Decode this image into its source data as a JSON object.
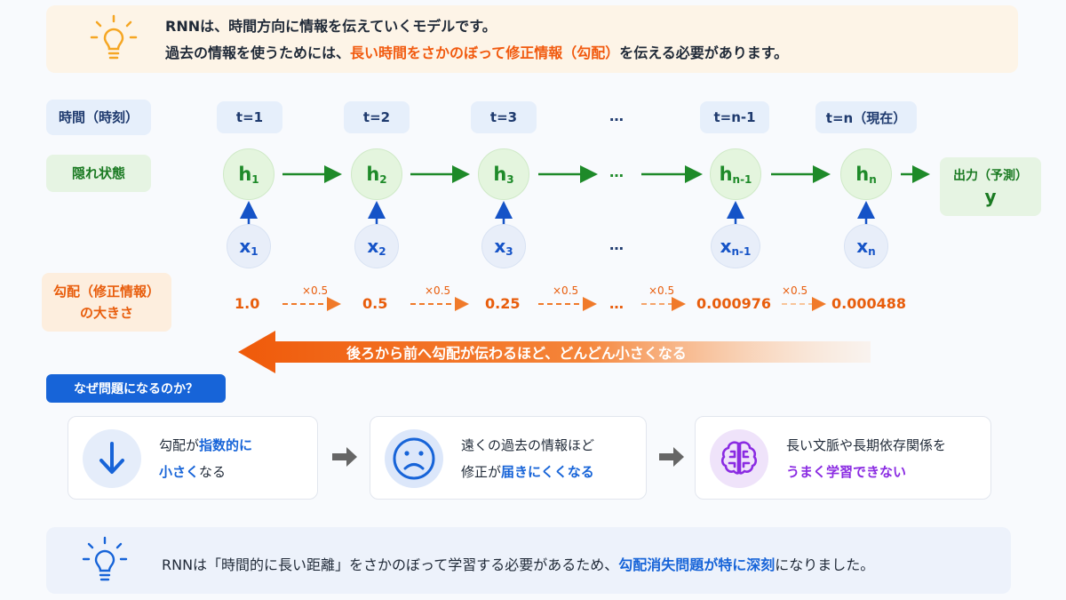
{
  "banner": {
    "line1": "RNNは、時間方向に情報を伝えていくモデルです。",
    "line2_pre": "過去の情報を使うためには、",
    "line2_em": "長い時間をさかのぼって修正情報（勾配）",
    "line2_post": "を伝える必要があります。",
    "icon": "lightbulb-icon"
  },
  "labels": {
    "time": "時間（時刻）",
    "hidden": "隠れ状態",
    "grad_line1": "勾配（修正情報）",
    "grad_line2": "の大きさ"
  },
  "time_steps": [
    "t=1",
    "t=2",
    "t=3",
    "t=n-1",
    "t=n（現在）"
  ],
  "ellipsis": "…",
  "hidden_states": [
    {
      "base": "h",
      "sub": "1"
    },
    {
      "base": "h",
      "sub": "2"
    },
    {
      "base": "h",
      "sub": "3"
    },
    {
      "base": "h",
      "sub": "n-1"
    },
    {
      "base": "h",
      "sub": "n"
    }
  ],
  "inputs": [
    {
      "base": "x",
      "sub": "1"
    },
    {
      "base": "x",
      "sub": "2"
    },
    {
      "base": "x",
      "sub": "3"
    },
    {
      "base": "x",
      "sub": "n-1"
    },
    {
      "base": "x",
      "sub": "n"
    }
  ],
  "output": {
    "label": "出力（予測）",
    "symbol": "y"
  },
  "gradients": [
    "1.0",
    "0.5",
    "0.25",
    "0.000976",
    "0.000488"
  ],
  "multiplier": "×0.5",
  "back_arrow_text": "後ろから前へ勾配が伝わるほど、どんどん小さくなる",
  "why_badge": "なぜ問題になるのか？",
  "cards": [
    {
      "l1_pre": "勾配が",
      "l1_em": "指数的に",
      "l2_em": "小さく",
      "l2_post": "なる",
      "icon": "arrow-down-icon"
    },
    {
      "l1": "遠くの過去の情報ほど",
      "l2_pre": "修正が",
      "l2_em": "届きにくくなる",
      "icon": "sad-face-icon"
    },
    {
      "l1": "長い文脈や長期依存関係を",
      "l2_em": "うまく学習できない",
      "icon": "brain-icon"
    }
  ],
  "bottom": {
    "pre": "RNNは「時間的に長い距離」をさかのぼって学習する必要があるため、",
    "em": "勾配消失問題が特に深刻",
    "post": "になりました。",
    "icon": "lightbulb-icon"
  },
  "colors": {
    "orange": "#f15a0f",
    "green": "#1e8a29",
    "blue": "#1764d8",
    "purple": "#8a2be2"
  }
}
